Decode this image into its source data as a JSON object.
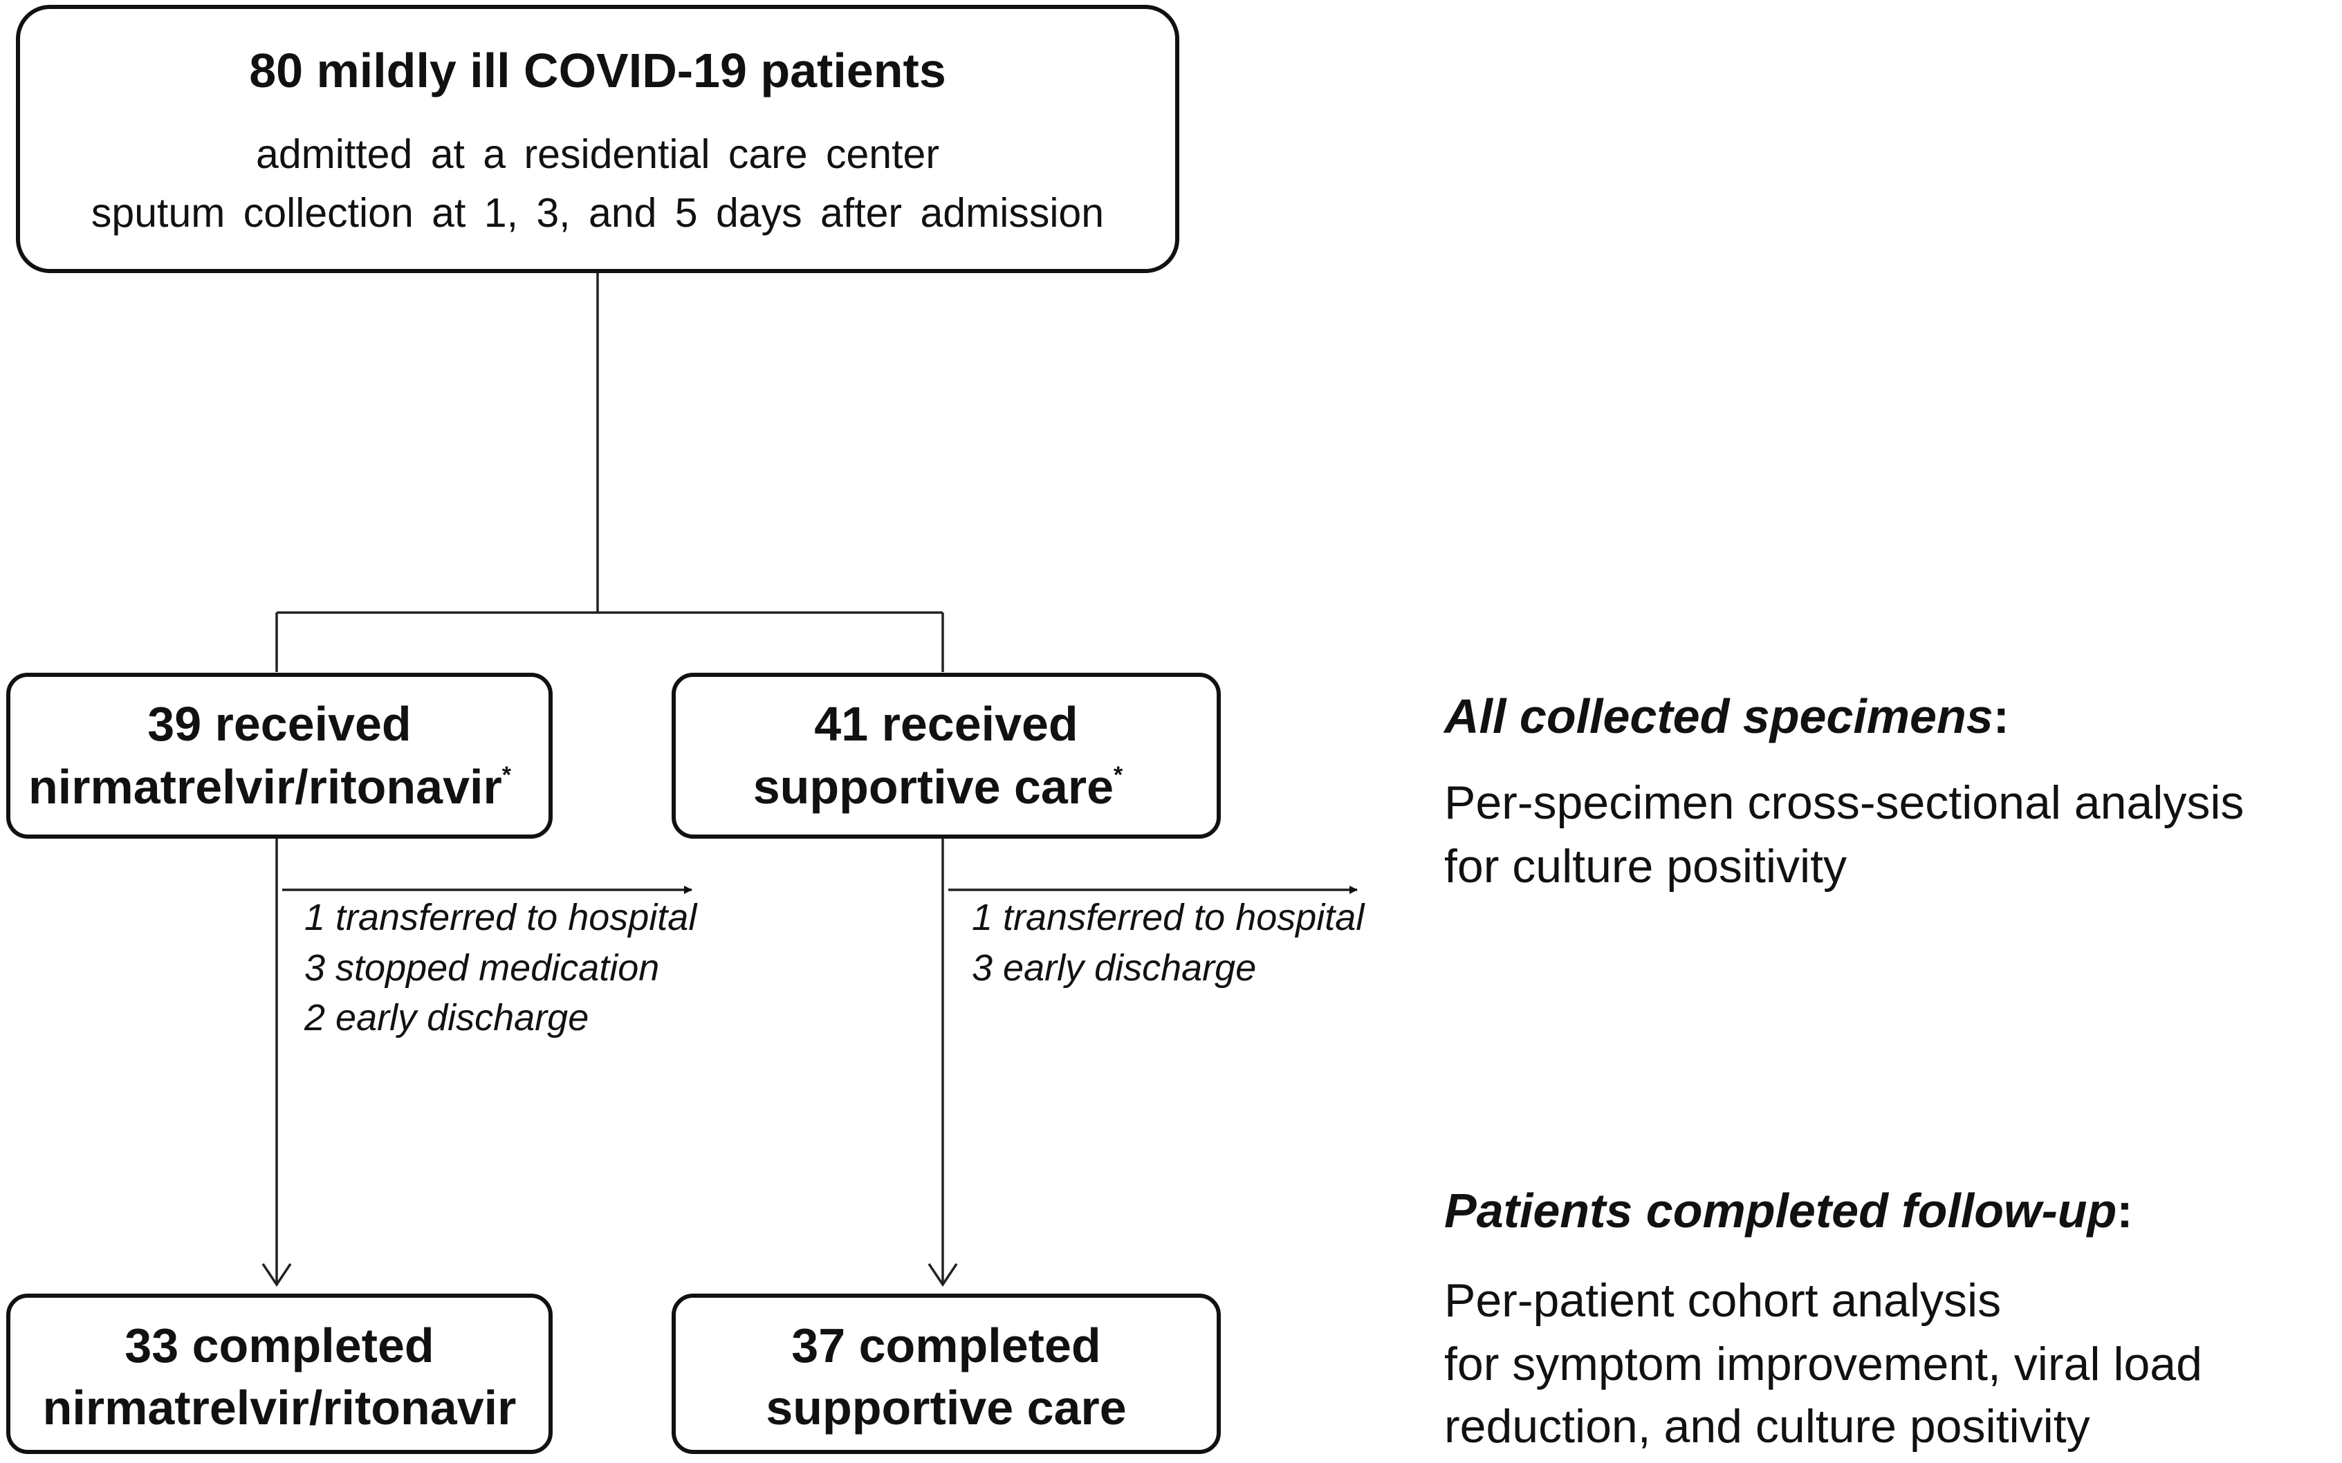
{
  "top_box": {
    "title": "80 mildly ill COVID-19 patients",
    "line1": "admitted at a residential care center",
    "line2": "sputum collection at 1, 3, and 5 days after admission"
  },
  "left_arm": {
    "line1": "39 received",
    "line2": "nirmatrelvir/ritonavir",
    "marker": "*",
    "exclusions": [
      "1 transferred to hospital",
      "3 stopped medication",
      "2 early discharge"
    ],
    "completed_line1": "33 completed",
    "completed_line2": "nirmatrelvir/ritonavir"
  },
  "right_arm": {
    "line1": "41 received",
    "line2": "supportive care",
    "marker": "*",
    "exclusions": [
      "1 transferred to hospital",
      "3 early discharge"
    ],
    "completed_line1": "37 completed",
    "completed_line2": "supportive care"
  },
  "side_notes": {
    "specimens": {
      "heading": "All collected specimens",
      "colon": ":",
      "lines": [
        "Per-specimen cross-sectional analysis",
        "for culture positivity"
      ]
    },
    "followup": {
      "heading": "Patients completed follow-up",
      "colon": ":",
      "lines": [
        "Per-patient cohort analysis",
        "for symptom improvement, viral load",
        "reduction, and culture positivity"
      ]
    }
  }
}
